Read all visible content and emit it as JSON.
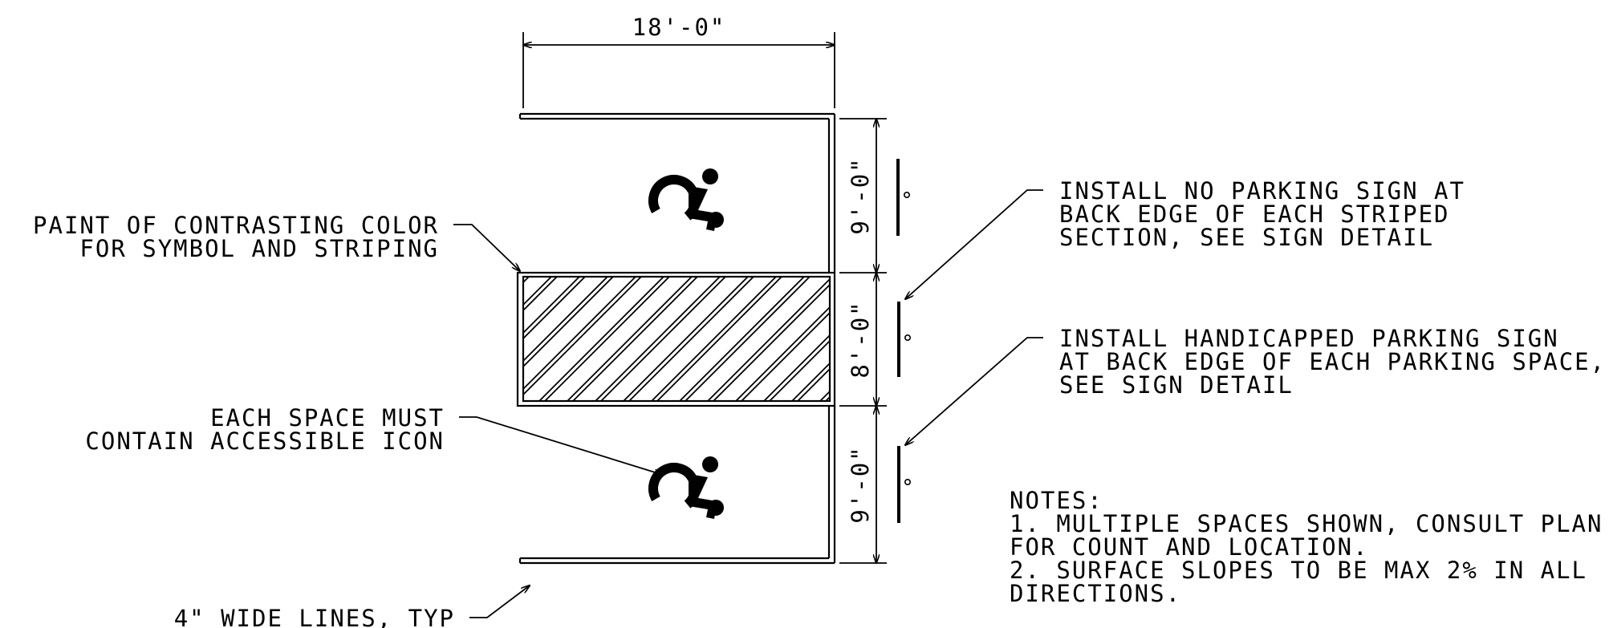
{
  "dimensions": {
    "width": "18'-0\"",
    "space_top": "9'-0\"",
    "striped": "8'-0\"",
    "space_bottom": "9'-0\""
  },
  "callouts": {
    "paint": [
      "PAINT OF CONTRASTING COLOR",
      "FOR SYMBOL AND STRIPING"
    ],
    "icon": [
      "EACH SPACE MUST",
      "CONTAIN ACCESSIBLE ICON"
    ],
    "lines": [
      "4\" WIDE LINES, TYP"
    ],
    "no_parking_sign": [
      "INSTALL NO PARKING SIGN AT",
      "BACK EDGE OF EACH STRIPED",
      "SECTION, SEE SIGN DETAIL"
    ],
    "handicapped_sign": [
      "INSTALL HANDICAPPED PARKING SIGN",
      "AT BACK EDGE OF EACH PARKING SPACE,",
      "SEE SIGN DETAIL"
    ]
  },
  "notes": {
    "heading": "NOTES:",
    "lines": [
      "1.  MULTIPLE SPACES SHOWN, CONSULT PLAN",
      "FOR COUNT AND LOCATION.",
      "2.  SURFACE SLOPES TO BE MAX 2% IN ALL",
      "DIRECTIONS."
    ]
  },
  "icons": [
    "accessible-wheelchair-icon",
    "accessible-wheelchair-icon"
  ],
  "colors": {
    "ink": "#000000",
    "paper": "#ffffff"
  }
}
